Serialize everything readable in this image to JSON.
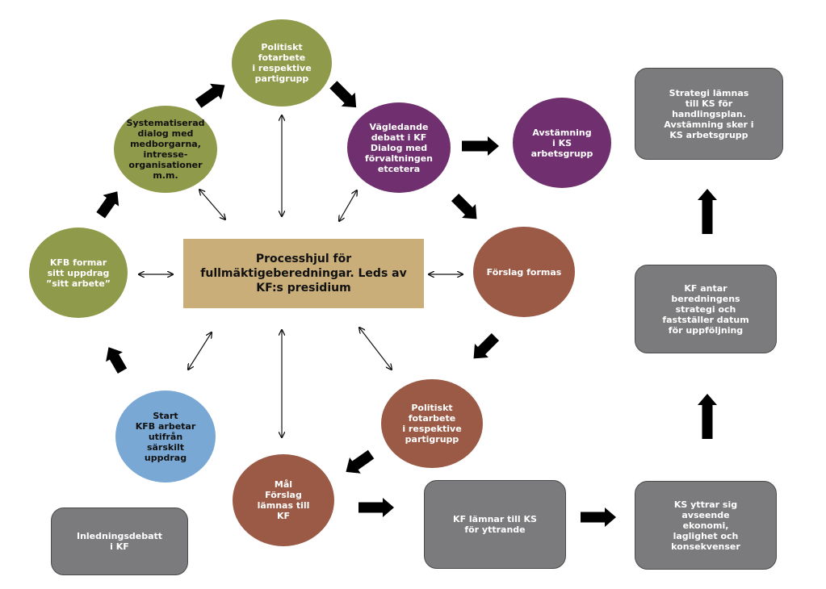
{
  "colors": {
    "olive": "#8f9a4a",
    "purple": "#702f6e",
    "brown": "#9a5a45",
    "blue": "#7aa8d4",
    "grey": "#7b7b7d",
    "tan": "#c9ae7a",
    "arrow": "#000000"
  },
  "center": {
    "label": "Processhjul för\nfullmäktigeberedningar. Leds av\nKF:s presidium"
  },
  "nodes": {
    "politiskt_fotarbete_top": "Politiskt\nfotarbete\ni respektive\npartigrupp",
    "systematiserad_dialog": "Systematiserad\ndialog med\nmedborgarna,\nintresse-\norganisationer\nm.m.",
    "vagledande_debatt": "Vägledande\ndebatt i KF\nDialog med\nförvaltningen\netcetera",
    "avstamning_ks": "Avstämning\ni KS\narbetsgrupp",
    "kfb_formar": "KFB formar\nsitt uppdrag\n”sitt arbete”",
    "forslag_formas": "Förslag formas",
    "start": "Start\nKFB arbetar\nutifrån\nsärskilt\nuppdrag",
    "politiskt_fotarbete_bottom": "Politiskt\nfotarbete\ni respektive\npartigrupp",
    "mal_forslag": "Mål\nFörslag\nlämnas till\nKF"
  },
  "boxes": {
    "strategi_lamnas": "Strategi lämnas\ntill KS för\nhandlingsplan.\nAvstämning sker i\nKS arbetsgrupp",
    "kf_antar": "KF antar\nberedningens\nstrategi och\nfastställer datum\nför uppföljning",
    "ks_yttrar": "KS yttrar sig\navseende\nekonomi,\nlaglighet och\nkonsekvenser",
    "kf_lamnar": "KF lämnar till KS\nför yttrande",
    "inledningsdebatt": "Inledningsdebatt\ni KF"
  }
}
